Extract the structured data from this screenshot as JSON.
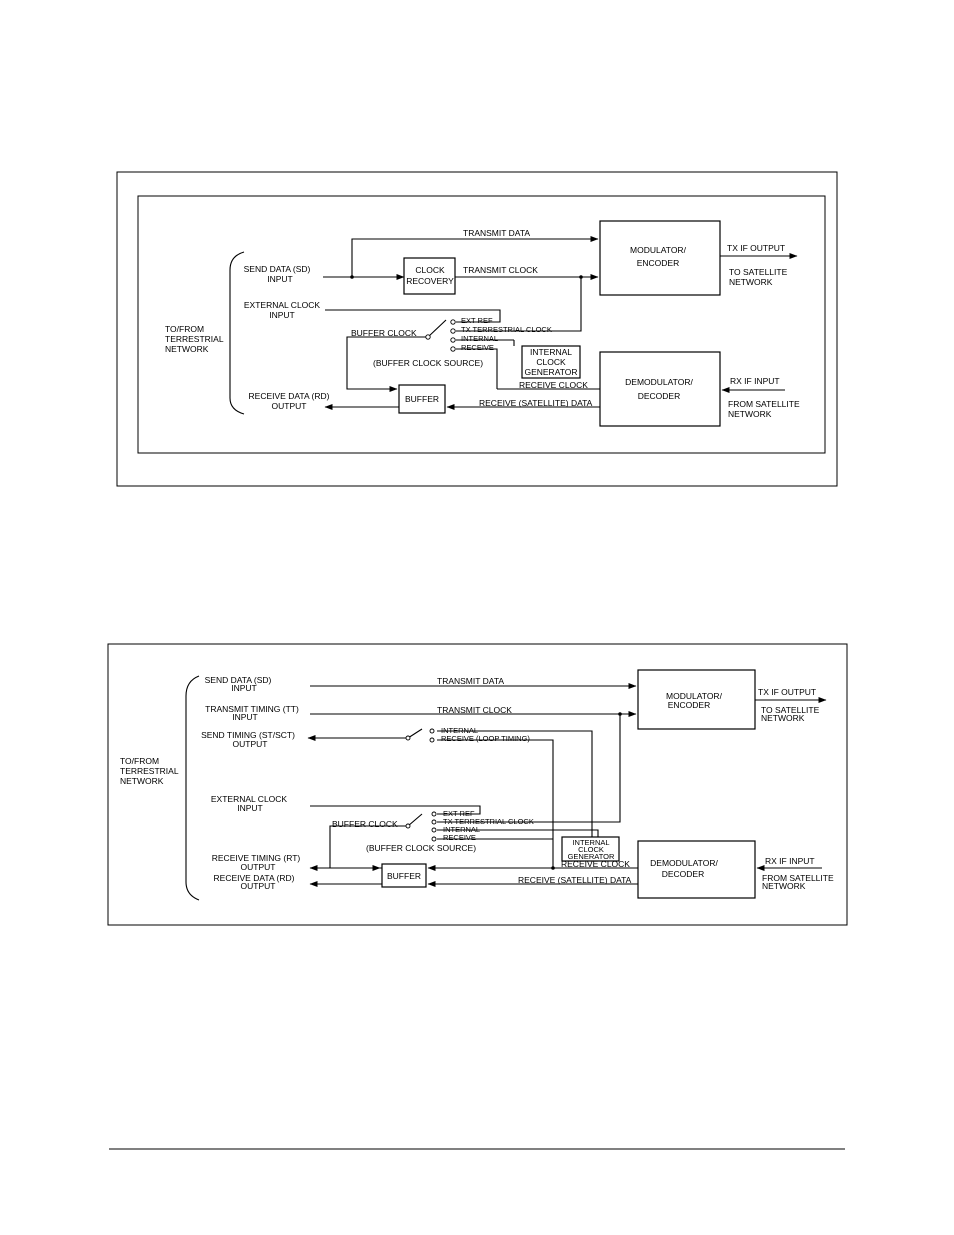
{
  "diagram1": {
    "blocks": {
      "modulator": [
        "MODULATOR/",
        "ENCODER"
      ],
      "demodulator": [
        "DEMODULATOR/",
        "DECODER"
      ],
      "clock_recovery": [
        "CLOCK",
        "RECOVERY"
      ],
      "internal_clock": [
        "INTERNAL",
        "CLOCK",
        "GENERATOR"
      ],
      "buffer": "BUFFER"
    },
    "labels": {
      "send_data": [
        "SEND DATA (SD)",
        "INPUT"
      ],
      "external_clock": [
        "EXTERNAL CLOCK",
        "INPUT"
      ],
      "receive_data": [
        "RECEIVE DATA (RD)",
        "OUTPUT"
      ],
      "terrestrial": [
        "TO/FROM",
        "TERRESTRIAL",
        "NETWORK"
      ],
      "transmit_data": "TRANSMIT DATA",
      "transmit_clock": "TRANSMIT CLOCK",
      "tx_if": "TX IF OUTPUT",
      "to_satellite": [
        "TO SATELLITE",
        "NETWORK"
      ],
      "rx_if": "RX IF INPUT",
      "from_satellite": [
        "FROM SATELLITE",
        "NETWORK"
      ],
      "buffer_clock": "BUFFER CLOCK",
      "buffer_clock_source": "(BUFFER CLOCK SOURCE)",
      "receive_clock": "RECEIVE CLOCK",
      "receive_sat_data": "RECEIVE (SATELLITE) DATA",
      "switch_options": [
        "EXT REF",
        "TX TERRESTRIAL CLOCK",
        "INTERNAL",
        "RECEIVE"
      ]
    }
  },
  "diagram2": {
    "blocks": {
      "modulator": [
        "MODULATOR/",
        "ENCODER"
      ],
      "demodulator": [
        "DEMODULATOR/",
        "DECODER"
      ],
      "internal_clock": [
        "INTERNAL",
        "CLOCK",
        "GENERATOR"
      ],
      "buffer": "BUFFER"
    },
    "labels": {
      "send_data": [
        "SEND DATA (SD)",
        "INPUT"
      ],
      "transmit_timing": [
        "TRANSMIT TIMING (TT)",
        "INPUT"
      ],
      "send_timing": [
        "SEND TIMING (ST/SCT)",
        "OUTPUT"
      ],
      "terrestrial": [
        "TO/FROM",
        "TERRESTRIAL",
        "NETWORK"
      ],
      "external_clock": [
        "EXTERNAL CLOCK",
        "INPUT"
      ],
      "receive_timing": [
        "RECEIVE TIMING (RT)",
        "OUTPUT"
      ],
      "receive_data": [
        "RECEIVE DATA (RD)",
        "OUTPUT"
      ],
      "transmit_data": "TRANSMIT DATA",
      "transmit_clock": "TRANSMIT CLOCK",
      "tx_if": "TX  IF  OUTPUT",
      "to_satellite": [
        "TO SATELLITE",
        "NETWORK"
      ],
      "rx_if": "RX IF  INPUT",
      "from_satellite": [
        "FROM SATELLITE",
        "NETWORK"
      ],
      "st_switch_options": [
        "INTERNAL",
        "RECEIVE (LOOP TIMING)"
      ],
      "buffer_clock": "BUFFER CLOCK",
      "buffer_clock_source": "(BUFFER CLOCK SOURCE)",
      "receive_clock": "RECEIVE  CLOCK",
      "receive_sat_data": "RECEIVE (SATELLITE) DATA",
      "switch_options": [
        "EXT REF",
        "TX TERRESTRIAL CLOCK",
        "INTERNAL",
        "RECEIVE"
      ]
    }
  }
}
